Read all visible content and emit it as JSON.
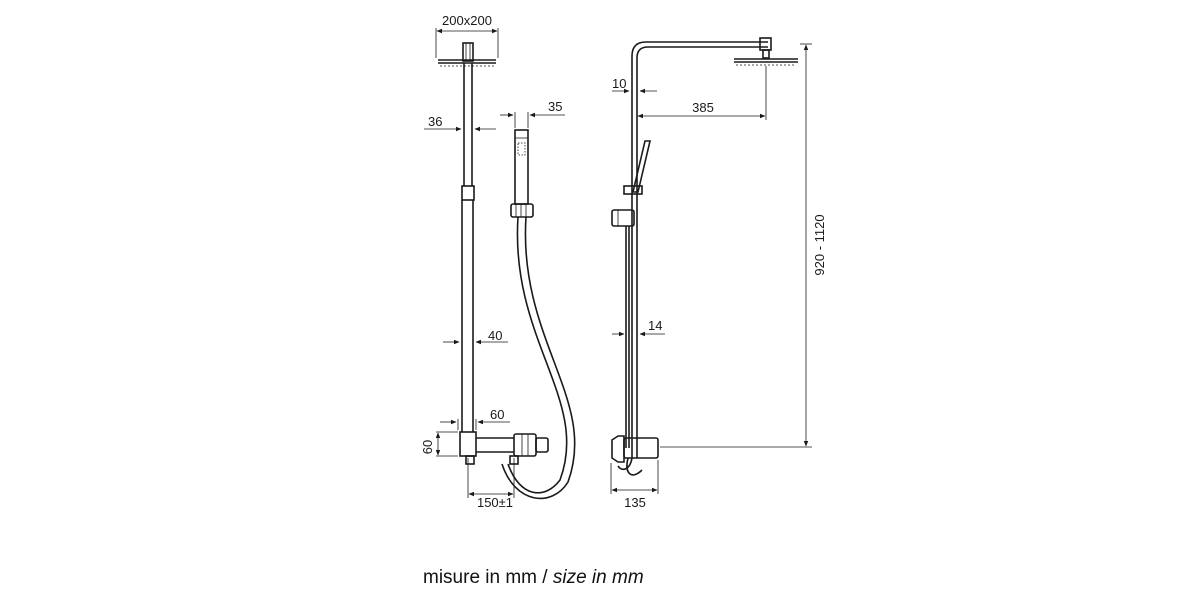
{
  "dimensions": {
    "head_size": "200x200",
    "rail_diameter": "36",
    "rail_lower": "40",
    "hand_shower": "35",
    "mixer_width": "60",
    "mixer_height": "60",
    "inlet_spacing": "150±1",
    "arm_thickness": "10",
    "arm_projection": "385",
    "total_height": "920 - 1120",
    "bar_diameter": "14",
    "wall_depth": "135"
  },
  "caption": {
    "main": "misure in mm",
    "separator": " / ",
    "alt": "size in mm"
  }
}
